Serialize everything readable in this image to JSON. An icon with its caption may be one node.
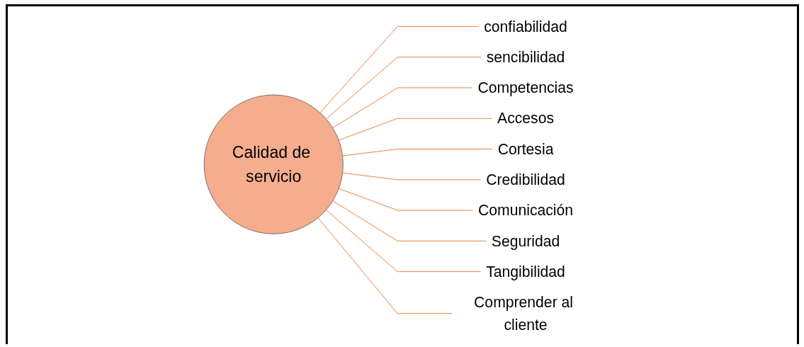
{
  "diagram": {
    "nodes": [
      {
        "text": [
          "Calidad de servicio"
        ]
      },
      {
        "text": [
          "confiabilidad"
        ]
      },
      {
        "text": [
          "sencibilidad"
        ]
      },
      {
        "text": [
          "Competencias"
        ]
      },
      {
        "text": [
          "Accesos"
        ]
      },
      {
        "text": [
          "Cortesia"
        ]
      },
      {
        "text": [
          "Credibilidad"
        ]
      },
      {
        "text": [
          "Comunicación"
        ]
      },
      {
        "text": [
          "Seguridad"
        ]
      },
      {
        "text": [
          "Tangibilidad"
        ]
      },
      {
        "text": [
          "Comprender al cliente"
        ]
      }
    ],
    "edges": [
      {
        "from": 0,
        "to": 1,
        "arrow": "none"
      },
      {
        "from": 0,
        "to": 2,
        "arrow": "none"
      },
      {
        "from": 0,
        "to": 3,
        "arrow": "none"
      },
      {
        "from": 0,
        "to": 4,
        "arrow": "none"
      },
      {
        "from": 0,
        "to": 5,
        "arrow": "none"
      },
      {
        "from": 0,
        "to": 6,
        "arrow": "none"
      },
      {
        "from": 0,
        "to": 7,
        "arrow": "none"
      },
      {
        "from": 0,
        "to": 8,
        "arrow": "none"
      },
      {
        "from": 0,
        "to": 9,
        "arrow": "none"
      },
      {
        "from": 0,
        "to": 10,
        "arrow": "none"
      }
    ]
  }
}
